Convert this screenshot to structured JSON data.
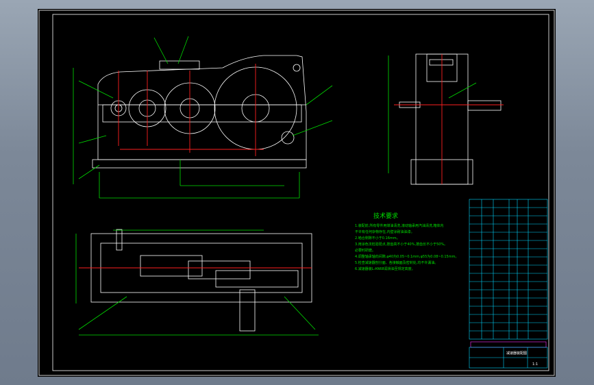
{
  "drawing": {
    "tech_title": "技术要求",
    "tech_notes": [
      "1.装配前,所有零件用煤油清洗,滚动轴承用汽油清洗,箱体内",
      "  不许有任何杂物存在,内壁涂耐油油漆。",
      "2.啮合侧隙不小于0.16mm。",
      "3.用涂色法检验斑点,按齿高不小于40%,按齿长不小于50%。",
      "  必要时研磨。",
      "4.调整轴承轴向间隙,φ40为0.05~0.1mm,φ55为0.08~0.15mm。",
      "5.检查减速器剖分面、各接触面及密封处,均不许漏油。",
      "6.减速器装L-AN68润滑油至规定高度。"
    ],
    "title_block_name": "减速器装配图",
    "title_block_scale": "1:1"
  },
  "colors": {
    "background": "#000000",
    "frame": "#ffffff",
    "annotation": "#00e000",
    "centerline": "#ff2020",
    "table": "#00d8ff"
  }
}
